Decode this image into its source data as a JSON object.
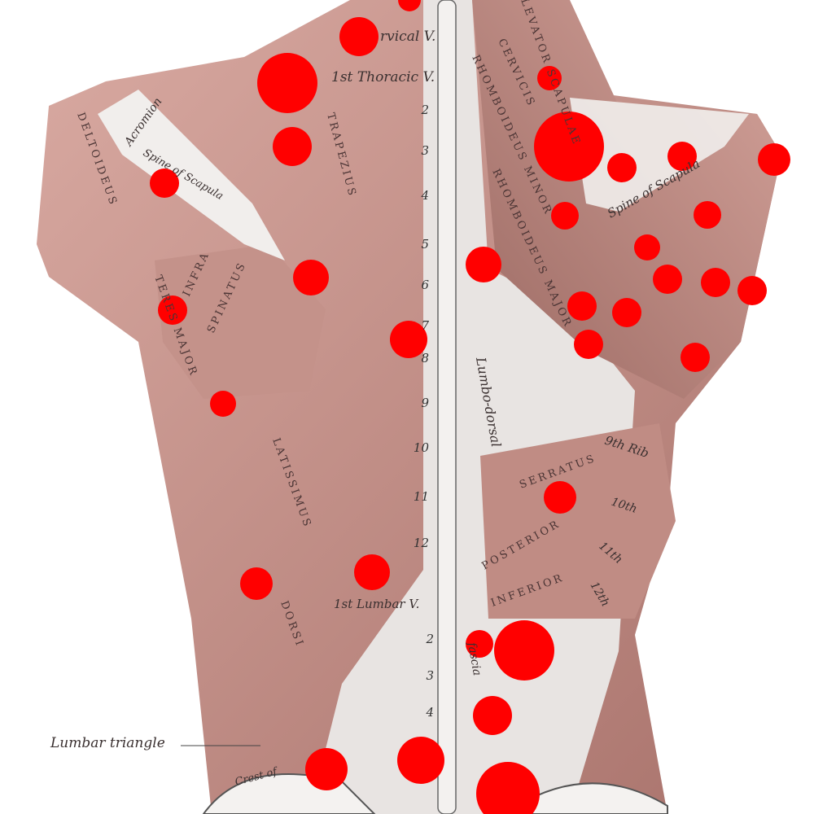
{
  "colors": {
    "marker": "#ff0000",
    "muscle": "#c99a92",
    "muscle_dark": "#8a5c56",
    "fascia": "#e8e4e2",
    "ink": "#3a3030"
  },
  "labels": {
    "cervical": "rvical V.",
    "thoracic": "1st Thoracic V.",
    "lumbar_v": "1st Lumbar V.",
    "acromion": "Acromion",
    "spine_scapula_left": "Spine of Scapula",
    "spine_scapula_right": "Spine of Scapula",
    "lumbar_triangle": "Lumbar triangle",
    "crest_ilium": "Crest of",
    "lumbo_dorsal": "Lumbo-dorsal",
    "fascia": "fascia",
    "rib9": "9th Rib",
    "rib10": "10th",
    "rib11": "11th",
    "rib12": "12th"
  },
  "muscles": {
    "deltoideus": "DELTOIDEUS",
    "trapezius": "TRAPEZIUS",
    "infraspinatus_1": "INFRA",
    "infraspinatus_2": "SPINATUS",
    "teres_major": "TERES MAJOR",
    "latissimus": "LATISSIMUS",
    "dorsi": "DORSI",
    "rhomboideus_minor": "RHOMBOIDEUS MINOR",
    "rhomboideus_major": "RHOMBOIDEUS MAJOR",
    "levator": "LEVATOR SCAPULAE",
    "cervicis": "CERVICIS",
    "serratus": "SERRATUS",
    "posterior": "POSTERIOR",
    "inferior": "INFERIOR"
  },
  "vertebrae_thoracic": [
    "2",
    "3",
    "4",
    "5",
    "6",
    "7",
    "8",
    "9",
    "10",
    "11",
    "12"
  ],
  "vertebrae_lumbar": [
    "2",
    "3",
    "4"
  ]
}
